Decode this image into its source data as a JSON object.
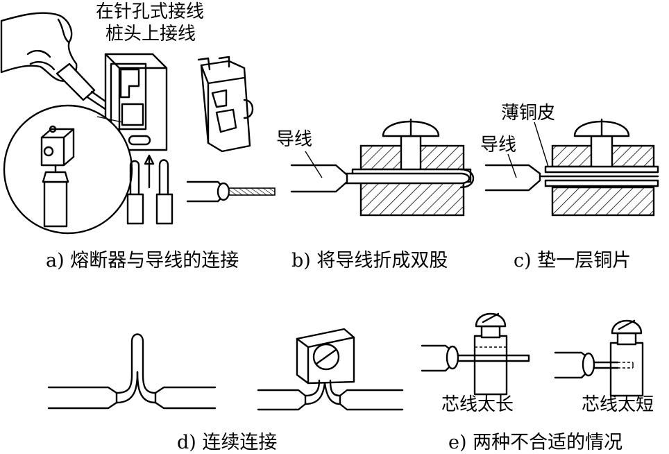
{
  "panel_a": {
    "annotation_line1": "在针孔式接线",
    "annotation_line2": "桩头上接线",
    "caption": "a) 熔断器与导线的连接"
  },
  "panel_b": {
    "wire_label": "导线",
    "caption": "b) 将导线折成双股"
  },
  "panel_c": {
    "copper_label": "薄铜皮",
    "wire_label": "导线",
    "caption": "c) 垫一层铜片"
  },
  "panel_d": {
    "caption": "d) 连续连接"
  },
  "panel_e": {
    "left_label": "芯线太长",
    "right_label": "芯线太短",
    "caption": "e) 两种不合适的情况"
  }
}
